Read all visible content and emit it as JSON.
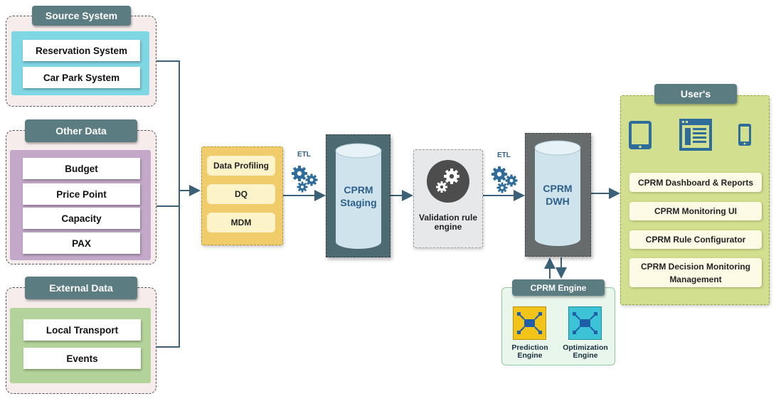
{
  "source_system": {
    "header": "Source System",
    "items": [
      "Reservation System",
      "Car Park System"
    ]
  },
  "other_data": {
    "header": "Other Data",
    "items": [
      "Budget",
      "Price Point",
      "Capacity",
      "PAX"
    ]
  },
  "external_data": {
    "header": "External Data",
    "items": [
      "Local Transport",
      "Events"
    ]
  },
  "data_quality": {
    "items": [
      "Data Profiling",
      "DQ",
      "MDM"
    ]
  },
  "etl_label": "ETL",
  "staging": {
    "line1": "CPRM",
    "line2": "Staging"
  },
  "validation": {
    "line1": "Validation rule",
    "line2": "engine"
  },
  "dwh": {
    "line1": "CPRM",
    "line2": "DWH"
  },
  "cprm_engine": {
    "header": "CPRM Engine",
    "prediction": {
      "line1": "Prediction",
      "line2": "Engine"
    },
    "optimization": {
      "line1": "Optimization",
      "line2": "Engine"
    }
  },
  "users": {
    "header": "User's",
    "items": [
      "CPRM Dashboard & Reports",
      "CPRM Monitoring UI",
      "CPRM Rule Configurator"
    ],
    "last_item": {
      "line1": "CPRM Decision Monitoring",
      "line2": "Management"
    }
  },
  "colors": {
    "connector": "#3b6178",
    "header": "#5b7c80",
    "source_inner": "#7fd7e3",
    "other_inner": "#c3a8c9",
    "external_inner": "#b3d39a",
    "users_bg": "#d2df8e",
    "icon_blue": "#2e6c9b"
  }
}
